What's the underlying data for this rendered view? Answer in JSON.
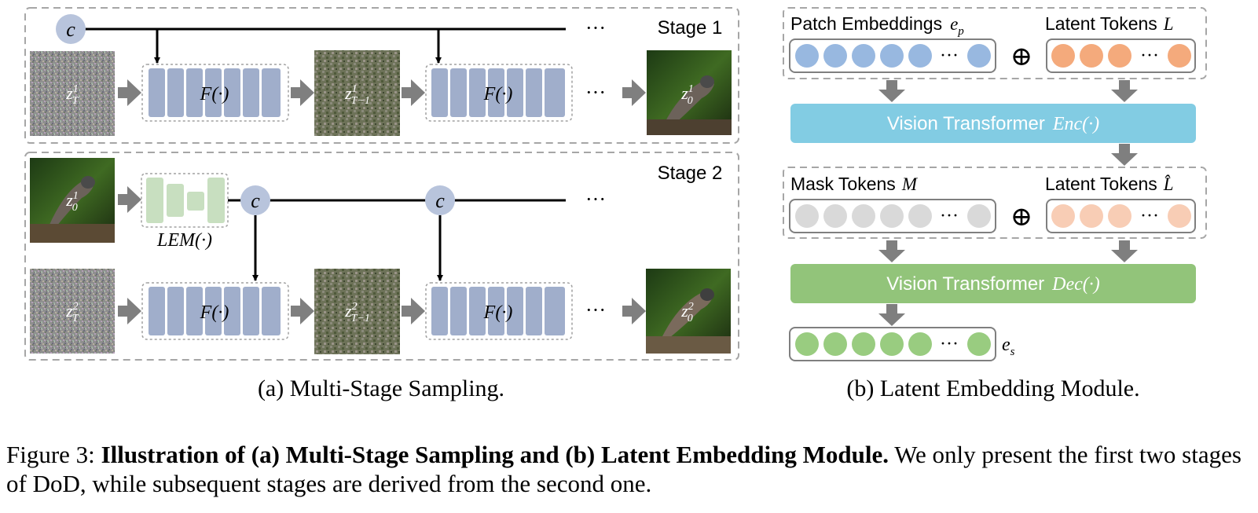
{
  "panel_a": {
    "caption": "(a) Multi-Stage Sampling.",
    "stage1_label": "Stage 1",
    "stage2_label": "Stage 2",
    "condition_symbol": "c",
    "ellipsis": "···",
    "func_label": "F(·)",
    "lem_label": "LEM(·)",
    "stage1": {
      "zT_main": "z",
      "zT_sup": "1",
      "zT_sub": "T",
      "zT1_sup": "1",
      "zT1_sub": "T−1",
      "z0_sup": "1",
      "z0_sub": "0"
    },
    "stage2": {
      "z0in_sup": "1",
      "z0in_sub": "0",
      "zT_sup": "2",
      "zT_sub": "T",
      "zT1_sup": "2",
      "zT1_sub": "T−1",
      "z0_sup": "2",
      "z0_sub": "0"
    }
  },
  "panel_b": {
    "caption": "(b) Latent Embedding Module.",
    "patch_label": "Patch Embeddings",
    "patch_sym": "e",
    "patch_sub": "p",
    "latent_label": "Latent Tokens",
    "latent_sym": "L",
    "mask_label": "Mask Tokens",
    "mask_sym": "M",
    "latent_hat_label": "Latent Tokens",
    "latent_hat_sym": "L̂",
    "plus_symbol": "⊕",
    "enc_label": "Vision Transformer",
    "enc_func": "Enc(·)",
    "dec_label": "Vision Transformer",
    "dec_func": "Dec(·)",
    "out_sym": "e",
    "out_sub": "s",
    "ellipsis": "···"
  },
  "figure_caption": {
    "prefix": "Figure 3:",
    "bold": "Illustration of (a) Multi-Stage Sampling and (b) Latent Embedding Module.",
    "rest": "We only present the first two stages of DoD, while subsequent stages are derived from the second one."
  },
  "colors": {
    "block_blue": "#a0aecb",
    "lem_green": "#c8dfc0",
    "enc_blue": "#82cce3",
    "dec_green": "#92c47a",
    "token_blue": "#98b8e0",
    "token_orange": "#f4aa7c",
    "token_gray": "#d9d9d9",
    "token_peach": "#f8cdb5",
    "token_green": "#99cc80",
    "arrow_gray": "#7f7f7f",
    "dash_gray": "#a6a6a6",
    "cond_circle": "#b8c4dc"
  }
}
